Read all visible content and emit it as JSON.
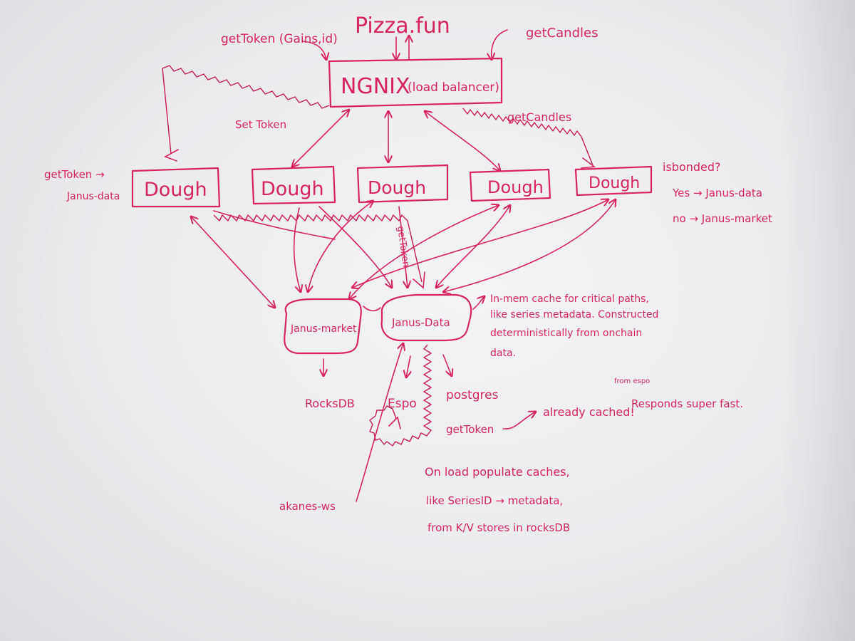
{
  "colors": {
    "ink": "#d8245e",
    "paper": "#eeeef1"
  },
  "top": {
    "site": "Pizza.fun",
    "get_token_caller": "getToken (Gains,id)",
    "get_candles_caller": "getCandles"
  },
  "nginx": {
    "title": "NGNIX",
    "subtitle": "(load balancer)"
  },
  "edges": {
    "set_token": "Set Token",
    "get_candles": "getCandles",
    "get_token_vertical": "getToken"
  },
  "dough": {
    "label": "Dough",
    "left_note_1": "getToken →",
    "left_note_2": "Janus-data",
    "right_q": "isbonded?",
    "right_yes": "Yes → Janus-data",
    "right_no": "no → Janus-market"
  },
  "janus": {
    "market": "Janus-market",
    "data": "Janus-Data"
  },
  "note": {
    "line1": "In-mem cache for critical paths,",
    "line2": "like series metadata. Constructed",
    "line3": "deterministically from onchain",
    "line4": "data."
  },
  "stores": {
    "rocksdb": "RocksDB",
    "espo": "Espo",
    "postgres": "postgres"
  },
  "cache": {
    "get_token": "getToken",
    "already": "already cached!",
    "from": "from espo",
    "responds": "Responds super fast."
  },
  "onload": {
    "line1": "On load populate caches,",
    "line2": "like SeriesID → metadata,",
    "line3": "from K/V stores in rocksDB"
  },
  "akanes": "akanes-ws"
}
